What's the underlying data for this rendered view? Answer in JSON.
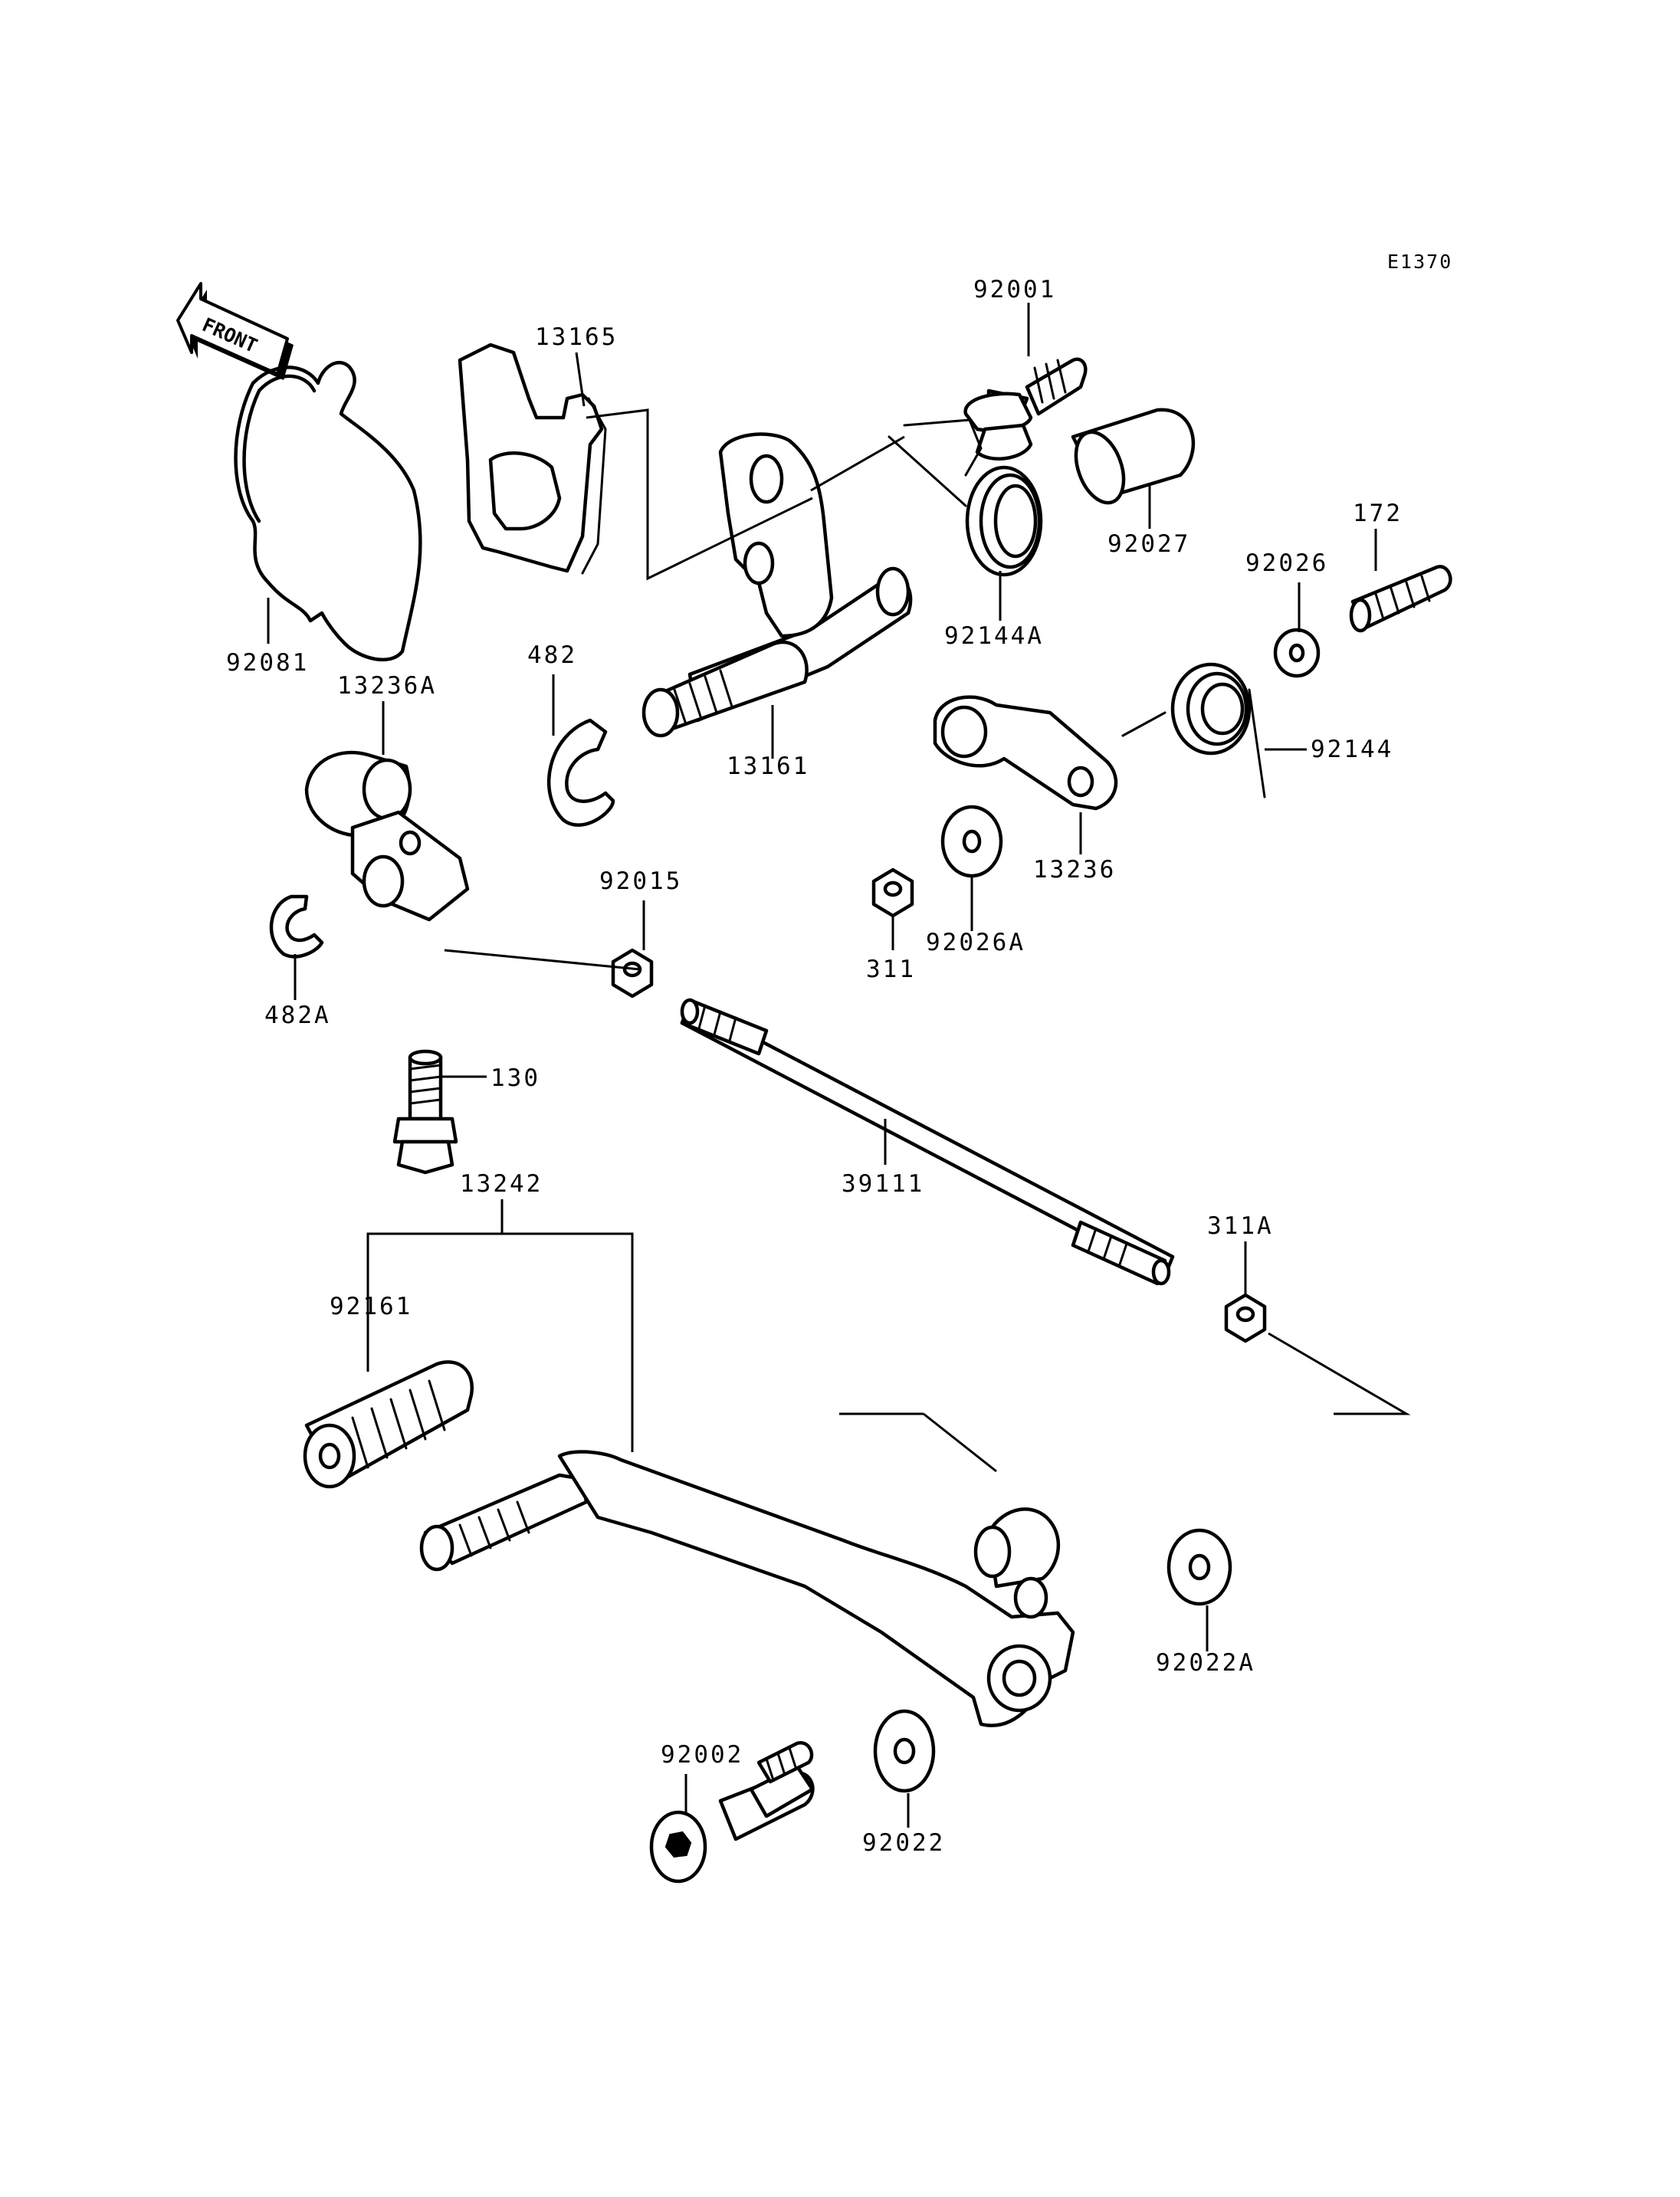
{
  "diagram_code": "E1370",
  "front_label": "FRONT",
  "parts": {
    "p13165": "13165",
    "p92001": "92001",
    "p92027": "92027",
    "p92081": "92081",
    "p92144A": "92144A",
    "p172": "172",
    "p92026": "92026",
    "p482": "482",
    "p13236A": "13236A",
    "p13161": "13161",
    "p92144": "92144",
    "p13236": "13236",
    "p92015": "92015",
    "p311": "311",
    "p92026A": "92026A",
    "p482A": "482A",
    "p130": "130",
    "p13242": "13242",
    "p39111": "39111",
    "p311A": "311A",
    "p92161": "92161",
    "p92022A": "92022A",
    "p92002": "92002",
    "p92022": "92022"
  }
}
